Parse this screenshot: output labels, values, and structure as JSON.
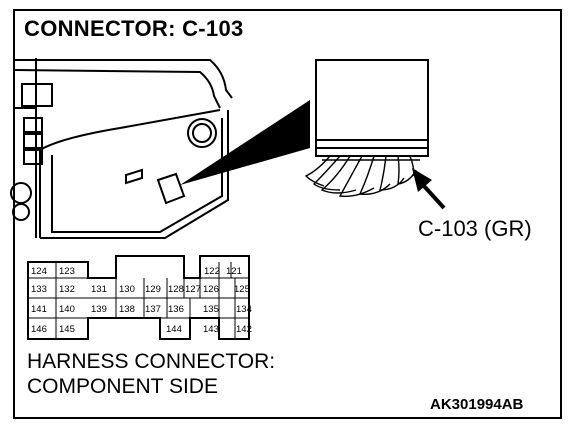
{
  "title": "CONNECTOR: C-103",
  "callout_label": "C-103 (GR)",
  "caption_line1": "HARNESS CONNECTOR:",
  "caption_line2": "COMPONENT SIDE",
  "figure_code": "AK301994AB",
  "pins": {
    "p124": "124",
    "p123": "123",
    "p122": "122",
    "p121": "121",
    "p133": "133",
    "p132": "132",
    "p131": "131",
    "p130": "130",
    "p129": "129",
    "p128": "128",
    "p127": "127",
    "p126": "126",
    "p125": "125",
    "p141": "141",
    "p140": "140",
    "p139": "139",
    "p138": "138",
    "p137": "137",
    "p136": "136",
    "p135": "135",
    "p134": "134",
    "p146": "146",
    "p145": "145",
    "p144": "144",
    "p143": "143",
    "p142": "142"
  }
}
